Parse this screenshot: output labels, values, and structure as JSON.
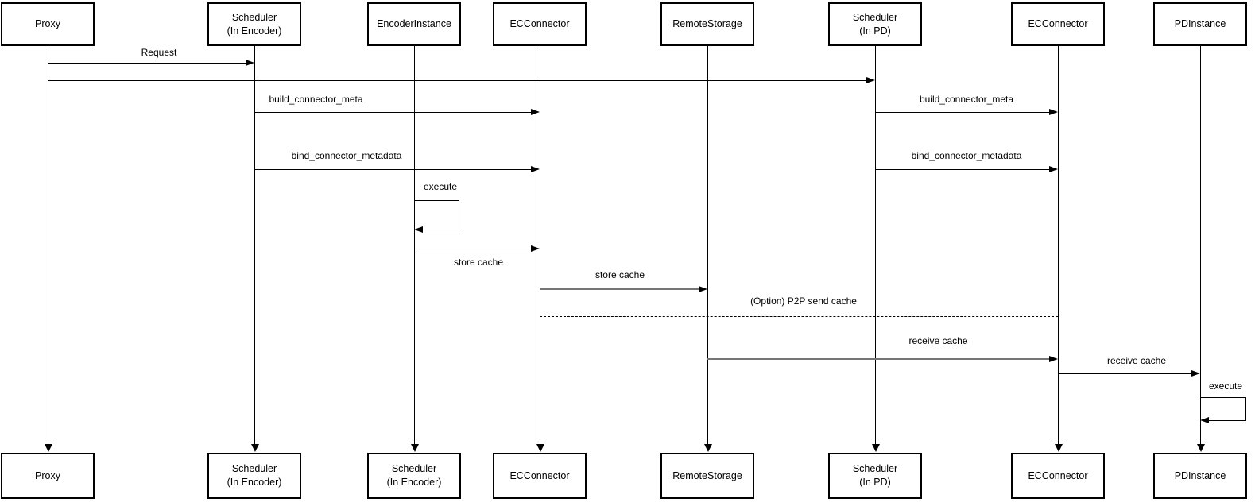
{
  "diagram": {
    "type": "sequence-diagram",
    "actors_top": [
      "Proxy",
      "Scheduler\n(In Encoder)",
      "EncoderInstance",
      "ECConnector",
      "RemoteStorage",
      "Scheduler\n(In PD)",
      "ECConnector",
      "PDInstance"
    ],
    "actors_bottom": [
      "Proxy",
      "Scheduler\n(In Encoder)",
      "Scheduler\n(In Encoder)",
      "ECConnector",
      "RemoteStorage",
      "Scheduler\n(In PD)",
      "ECConnector",
      "PDInstance"
    ],
    "messages": [
      {
        "from": "Proxy",
        "to": "Scheduler (In Encoder)",
        "label": "Request",
        "style": "solid"
      },
      {
        "from": "Proxy",
        "to": "Scheduler (In PD)",
        "label": "",
        "style": "solid"
      },
      {
        "from": "Scheduler (In Encoder)",
        "to": "ECConnector",
        "label": "build_connector_meta",
        "style": "solid"
      },
      {
        "from": "Scheduler (In PD)",
        "to": "ECConnector (PD side)",
        "label": "build_connector_meta",
        "style": "solid"
      },
      {
        "from": "Scheduler (In Encoder)",
        "to": "ECConnector",
        "label": "bind_connector_metadata",
        "style": "solid"
      },
      {
        "from": "Scheduler (In PD)",
        "to": "ECConnector (PD side)",
        "label": "bind_connector_metadata",
        "style": "solid"
      },
      {
        "from": "EncoderInstance",
        "to": "EncoderInstance",
        "label": "execute",
        "style": "self-loop"
      },
      {
        "from": "EncoderInstance",
        "to": "ECConnector",
        "label": "store cache",
        "style": "solid"
      },
      {
        "from": "ECConnector",
        "to": "RemoteStorage",
        "label": "store cache",
        "style": "solid-gray"
      },
      {
        "from": "ECConnector",
        "to": "ECConnector (PD side)",
        "label": "(Option) P2P send cache",
        "style": "dashed"
      },
      {
        "from": "RemoteStorage",
        "to": "ECConnector (PD side)",
        "label": "receive cache",
        "style": "solid-gray"
      },
      {
        "from": "ECConnector (PD side)",
        "to": "PDInstance",
        "label": "receive cache",
        "style": "solid"
      },
      {
        "from": "PDInstance",
        "to": "PDInstance",
        "label": "execute",
        "style": "self-loop"
      }
    ],
    "colors": {
      "line": "#000000",
      "muted_line": "#757575",
      "box_border": "#000000",
      "box_fill": "#ffffff",
      "background": "#ffffff"
    }
  }
}
